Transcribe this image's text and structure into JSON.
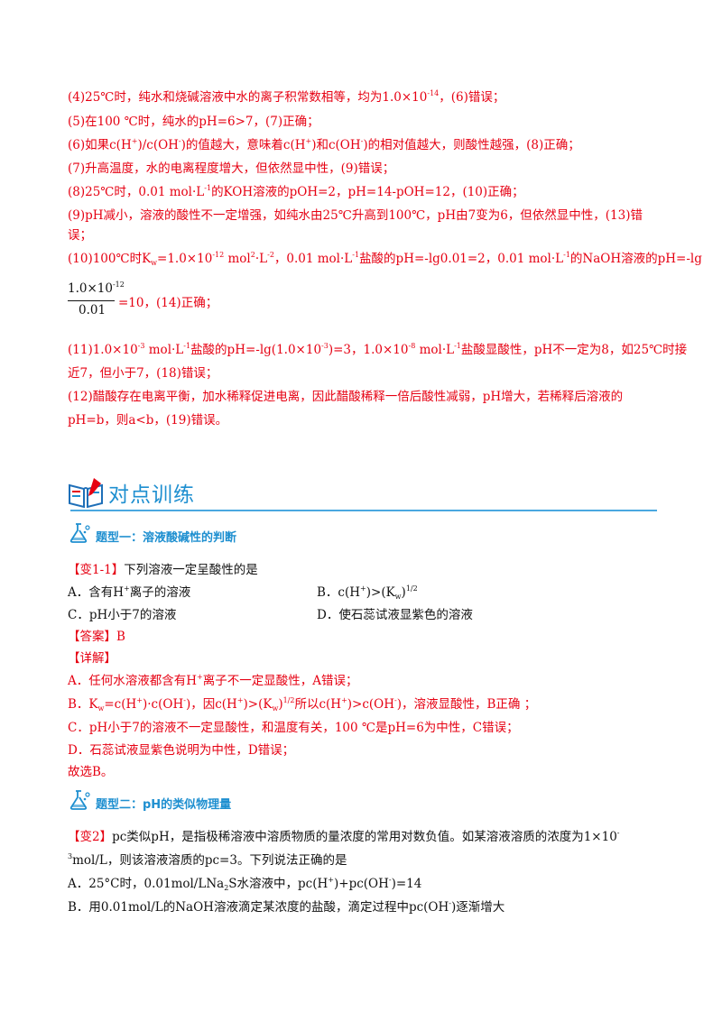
{
  "solution_lines": [
    "(4)25℃时，纯水和烧碱溶液中水的离子积常数相等，均为1.0×10",
    "(5)在100  ℃时，纯水的pH=6>7，(7)正确；"
  ],
  "l4": {
    "a": "(4)25℃时，纯水和烧碱溶液中水的离子积常数相等，均为1.0×10",
    "sup": "-14",
    "b": "，(6)错误；"
  },
  "l5": "(5)在100  ℃时，纯水的pH=6>7，(7)正确；",
  "l6": {
    "a": "(6)如果c(H",
    "s1": "+",
    "b": ")/c(OH",
    "s2": "-",
    "c": ")的值越大，意味着c(H",
    "s3": "+",
    "d": ")和c(OH",
    "s4": "-",
    "e": ")的相对值越大，则酸性越强，(8)正确；"
  },
  "l7": "(7)升高温度，水的电离程度增大，但依然显中性，(9)错误；",
  "l8": {
    "a": "(8)25℃时，0.01 mol·L",
    "s1": "-1",
    "b": "的KOH溶液的pOH=2，pH=14-pOH=12，(10)正确；"
  },
  "l9": "(9)pH减小，溶液的酸性不一定增强，如纯水由25℃升高到100℃，pH由7变为6，但依然显中性，(13)错",
  "l9b": "误；",
  "l10": {
    "a": "(10)100℃时K",
    "w": "w",
    "b": "=1.0×10",
    "s1": "-12",
    "c": "  mol",
    "s2": "2",
    "d": "·L",
    "s3": "-2",
    "e": "，0.01 mol·L",
    "s4": "-1",
    "f": "盐酸的pH=-lg0.01=2，0.01 mol·L",
    "s5": "-1",
    "g": "的NaOH溶液的pH=-lg"
  },
  "frac": {
    "num": "1.0×10",
    "num_sup": "-12",
    "den": "0.01",
    "rest": "=10，(14)正确；"
  },
  "l11": {
    "a": "(11)1.0×10",
    "s1": "-3",
    "b": "  mol·L",
    "s2": "-1",
    "c": "盐酸的pH=-lg(1.0×10",
    "s3": "-3",
    "d": ")=3，1.0×10",
    "s4": "-8",
    "e": "  mol·L",
    "s5": "-1",
    "f": "盐酸显酸性，pH不一定为8，如25℃时接"
  },
  "l11b": "近7，但小于7，(18)错误；",
  "l12": "(12)醋酸存在电离平衡，加水稀释促进电离，因此醋酸稀释一倍后酸性减弱，pH增大，若稀释后溶液的",
  "l12b": "pH=b，则a<b，(19)错误。",
  "section": {
    "title": "对点训练"
  },
  "type1": {
    "title": "题型一：溶液酸碱性的判断"
  },
  "q1": {
    "tag": "【变1-1】",
    "stem": "下列溶液一定呈酸性的是",
    "optA": {
      "a": "A．含有H",
      "s": "+",
      "b": "离子的溶液"
    },
    "optB": {
      "a": "B．c(H",
      "s1": "+",
      "b": ")>(K",
      "w": "w",
      "c": ")",
      "s2": "1/2"
    },
    "optC": "C．pH小于7的溶液",
    "optD": "D．使石蕊试液显紫色的溶液",
    "answer_tag": "【答案】",
    "answer": "B",
    "detail_tag": "【详解】",
    "dA": {
      "a": "A．任何水溶液都含有H",
      "s": "+",
      "b": "离子不一定显酸性，A错误；"
    },
    "dB": {
      "a": "B．K",
      "w": "w",
      "b": "=c(H",
      "s1": "+",
      "c": ")·c(OH",
      "s2": "-",
      "d": ")，因c(H",
      "s3": "+",
      "e": ")>(K",
      "w2": "w",
      "f": ")",
      "s4": "1/2",
      "g": "所以c(H",
      "s5": "+",
      "h": ")>c(OH",
      "s6": "-",
      "i": ")，溶液显酸性，B正确  ；"
    },
    "dC": "C．pH小于7的溶液不一定显酸性，和温度有关，100  ℃是pH=6为中性，C错误；",
    "dD": "D．石蕊试液显紫色说明为中性，D错误；",
    "conclusion": "故选B。"
  },
  "type2": {
    "title": "题型二：pH的类似物理量"
  },
  "q2": {
    "tag": "【变2】",
    "stem_a": "pc类似pH，是指极稀溶液中溶质物质的量浓度的常用对数负值。如某溶液溶质的浓度为1×10",
    "stem_sup1": "-",
    "stem_sup2": "3",
    "stem_b": "mol/L，则该溶液溶质的pc=3。下列说法正确的是",
    "optA": {
      "a": "A．25°C时，0.01mol/LNa",
      "sub": "2",
      "b": "S水溶液中，pc(H",
      "s1": "+",
      "c": ")+pc(OH",
      "s2": "-",
      "d": ")=14"
    },
    "optB": {
      "a": "B．用0.01mol/L的NaOH溶液滴定某浓度的盐酸，滴定过程中pc(OH",
      "s": "-",
      "b": ")逐渐增大"
    }
  },
  "colors": {
    "red": "#e60012",
    "blue": "#1e8fd0",
    "black": "#111111"
  }
}
